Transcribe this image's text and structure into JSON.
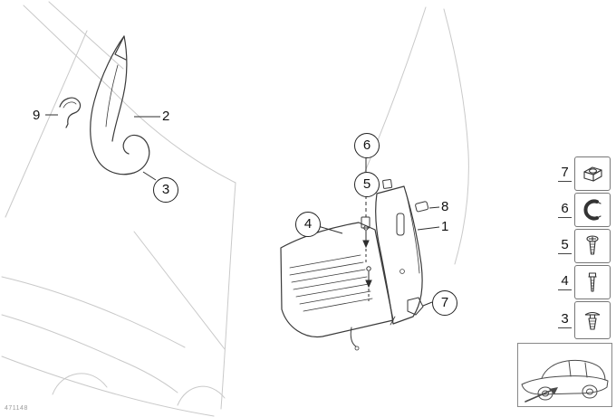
{
  "diagram": {
    "part_code": "471148",
    "callouts": {
      "item1": "1",
      "item2": "2",
      "item3": "3",
      "item4": "4",
      "item5": "5",
      "item6": "6",
      "item7": "7",
      "item8": "8",
      "item9": "9"
    },
    "legend": {
      "rows": [
        {
          "label": "7",
          "icon": "grommet-icon"
        },
        {
          "label": "6",
          "icon": "clip-nut-icon"
        },
        {
          "label": "5",
          "icon": "screw-icon"
        },
        {
          "label": "4",
          "icon": "bolt-icon"
        },
        {
          "label": "3",
          "icon": "expansion-rivet-icon"
        }
      ]
    },
    "colors": {
      "part_line": "#3a3a3a",
      "faint_body_line": "#c9c9c9",
      "box_border": "#777777"
    }
  }
}
